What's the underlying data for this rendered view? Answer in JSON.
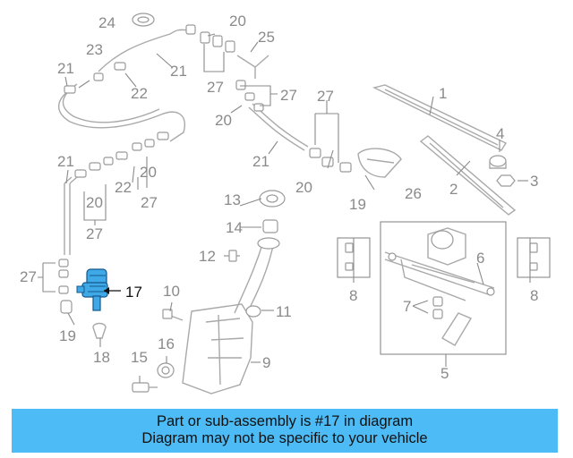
{
  "diagram": {
    "highlighted_part": "17",
    "callouts": {
      "c1": "1",
      "c2": "2",
      "c3": "3",
      "c4": "4",
      "c5": "5",
      "c6": "6",
      "c7": "7",
      "c8a": "8",
      "c8b": "8",
      "c9": "9",
      "c10": "10",
      "c11": "11",
      "c12": "12",
      "c13": "13",
      "c14": "14",
      "c15": "15",
      "c16": "16",
      "c17": "17",
      "c18": "18",
      "c19a": "19",
      "c19b": "19",
      "c20a": "20",
      "c20b": "20",
      "c20c": "20",
      "c20d": "20",
      "c20e": "20",
      "c21a": "21",
      "c21b": "21",
      "c21c": "21",
      "c21d": "21",
      "c22a": "22",
      "c22b": "22",
      "c23": "23",
      "c24": "24",
      "c25": "25",
      "c26": "26",
      "c27a": "27",
      "c27b": "27",
      "c27c": "27",
      "c27d": "27",
      "c27e": "27",
      "c27f": "27"
    },
    "colors": {
      "highlight": "#3fa9e8",
      "parts": "#a9a9a9",
      "callout_text": "#8a8a8a"
    }
  },
  "banner": {
    "line1": "Part or sub-assembly is #17 in diagram",
    "line2": "Diagram may not be specific to your vehicle",
    "color": "#4dbbf5"
  }
}
